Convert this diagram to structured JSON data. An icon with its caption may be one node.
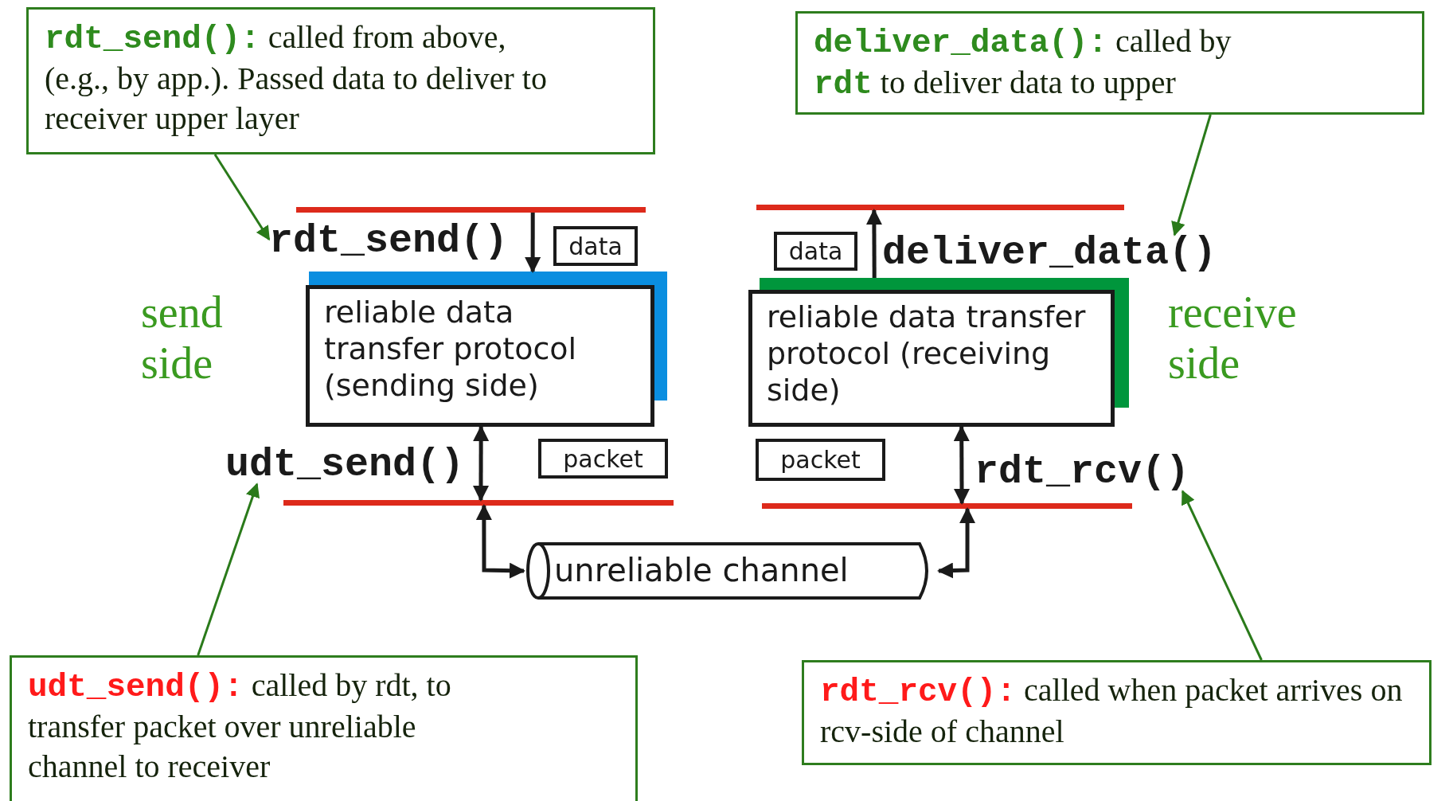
{
  "diagram": {
    "nodes": [
      {
        "text": [
          "**rdt_send():** called from above, (e.g., by app.). Passed data to deliver to receiver upper layer"
        ]
      },
      {
        "text": [
          "**deliver_data():** called by **rdt** to deliver data to upper"
        ]
      },
      {
        "text": [
          "rdt_send()"
        ]
      },
      {
        "text": [
          "data"
        ]
      },
      {
        "text": [
          "reliable data transfer protocol (sending side)"
        ]
      },
      {
        "text": [
          "udt_send()"
        ]
      },
      {
        "text": [
          "packet"
        ]
      },
      {
        "text": [
          "data"
        ]
      },
      {
        "text": [
          "deliver_data()"
        ]
      },
      {
        "text": [
          "reliable data transfer protocol (receiving side)"
        ]
      },
      {
        "text": [
          "packet"
        ]
      },
      {
        "text": [
          "rdt_rcv()"
        ]
      },
      {
        "text": [
          "unreliable channel"
        ]
      },
      {
        "text": [
          "**udt_send():** called by rdt, to transfer packet over unreliable channel to receiver"
        ]
      },
      {
        "text": [
          "**rdt_rcv():** called when packet arrives on rcv-side of channel"
        ]
      },
      {
        "text": [],
        "shape": "bar"
      },
      {
        "text": [],
        "shape": "bar"
      },
      {
        "text": [],
        "shape": "bar"
      },
      {
        "text": [],
        "shape": "bar"
      }
    ],
    "edges": [
      {
        "from": 0,
        "to": 2,
        "arrow": "to",
        "color": "#2a7a1a"
      },
      {
        "from": 1,
        "to": 8,
        "arrow": "to",
        "color": "#2a7a1a"
      },
      {
        "from": 13,
        "to": 5,
        "arrow": "to",
        "color": "#2a7a1a"
      },
      {
        "from": 14,
        "to": 11,
        "arrow": "to",
        "color": "#2a7a1a"
      },
      {
        "from": 15,
        "to": 4,
        "arrow": "to"
      },
      {
        "from": 9,
        "to": 17,
        "arrow": "to"
      },
      {
        "from": 4,
        "to": 16,
        "arrow": "both"
      },
      {
        "from": 9,
        "to": 18,
        "arrow": "both"
      },
      {
        "from": 16,
        "to": 12,
        "arrow": "both"
      },
      {
        "from": 12,
        "to": 18,
        "arrow": "both"
      }
    ],
    "labels": [
      "send side",
      "receive side"
    ]
  }
}
